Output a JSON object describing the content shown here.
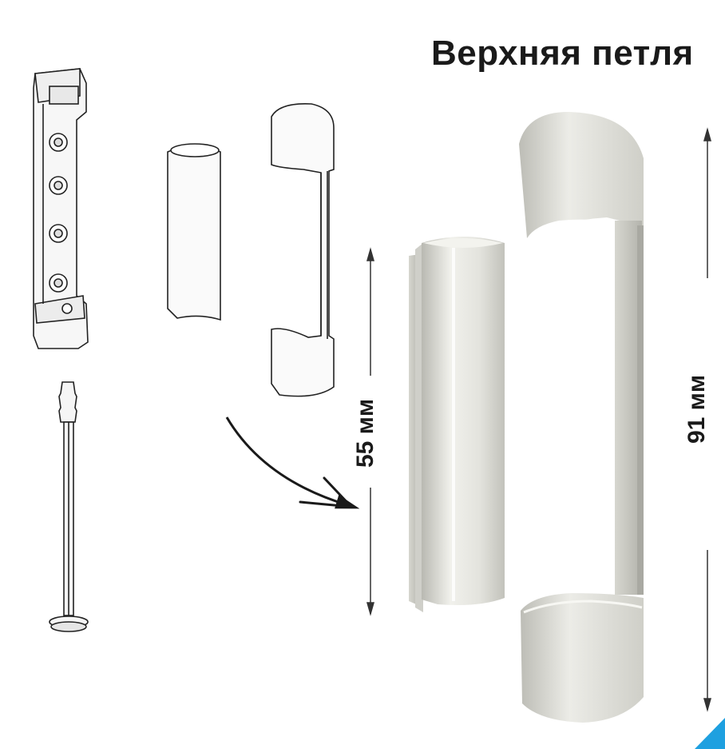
{
  "title": "Верхняя петля",
  "dimensions": {
    "sleeve_height": "55 мм",
    "cover_height": "91 мм"
  },
  "colors": {
    "part_fill": "#e6e6e1",
    "part_shade": "#c9c9c3",
    "line_art": "#222222",
    "accent_corner": "#1ea0e0"
  },
  "parts": [
    {
      "icon": "hinge-body-drawing-icon"
    },
    {
      "icon": "hinge-pin-drawing-icon"
    },
    {
      "icon": "sleeve-drawing-icon"
    },
    {
      "icon": "cover-drawing-icon"
    },
    {
      "icon": "curved-arrow-icon"
    },
    {
      "icon": "sleeve-photo-icon"
    },
    {
      "icon": "cover-photo-icon"
    }
  ]
}
